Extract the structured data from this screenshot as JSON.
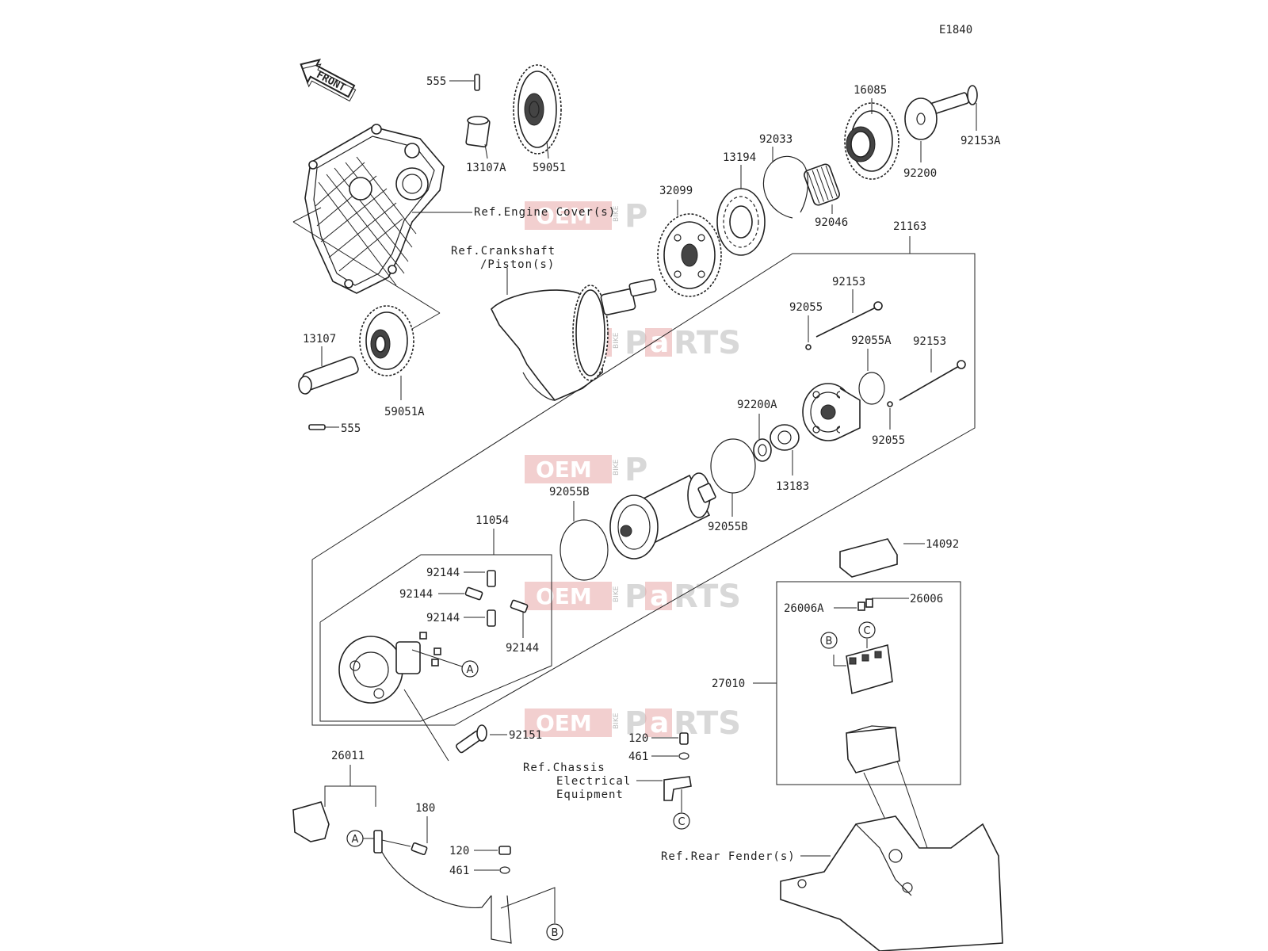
{
  "diagram_code": "E1840",
  "front_arrow_label": "FRONT",
  "watermark": {
    "oem": "OEM",
    "bike": "BIKE",
    "parts_p": "P",
    "parts_a": "a",
    "parts_rts": "RTS"
  },
  "references": {
    "engine_cover": "Ref.Engine Cover(s)",
    "crankshaft_line1": "Ref.Crankshaft",
    "crankshaft_line2": "/Piston(s)",
    "chassis_line1": "Ref.Chassis",
    "chassis_line2": "Electrical",
    "chassis_line3": "Equipment",
    "rear_fender": "Ref.Rear Fender(s)"
  },
  "callouts": {
    "a": "A",
    "b": "B",
    "c": "C"
  },
  "parts": {
    "p555_top": "555",
    "p13107A": "13107A",
    "p59051": "59051",
    "p16085": "16085",
    "p92153A": "92153A",
    "p92200": "92200",
    "p92033": "92033",
    "p13194": "13194",
    "p92046": "92046",
    "p32099": "32099",
    "p21163": "21163",
    "p92153_a": "92153",
    "p92055_a": "92055",
    "p92055A": "92055A",
    "p92153_b": "92153",
    "p92200A": "92200A",
    "p92055_b": "92055",
    "p13183": "13183",
    "p92055B_a": "92055B",
    "p92055B_b": "92055B",
    "p13107": "13107",
    "p59051A": "59051A",
    "p555_bottom": "555",
    "p11054": "11054",
    "p92144_a": "92144",
    "p92144_b": "92144",
    "p92144_c": "92144",
    "p92144_d": "92144",
    "p14092": "14092",
    "p26006A": "26006A",
    "p26006": "26006",
    "p27010": "27010",
    "p92151": "92151",
    "p120_a": "120",
    "p461_a": "461",
    "p26011": "26011",
    "p180": "180",
    "p120_b": "120",
    "p461_b": "461"
  }
}
